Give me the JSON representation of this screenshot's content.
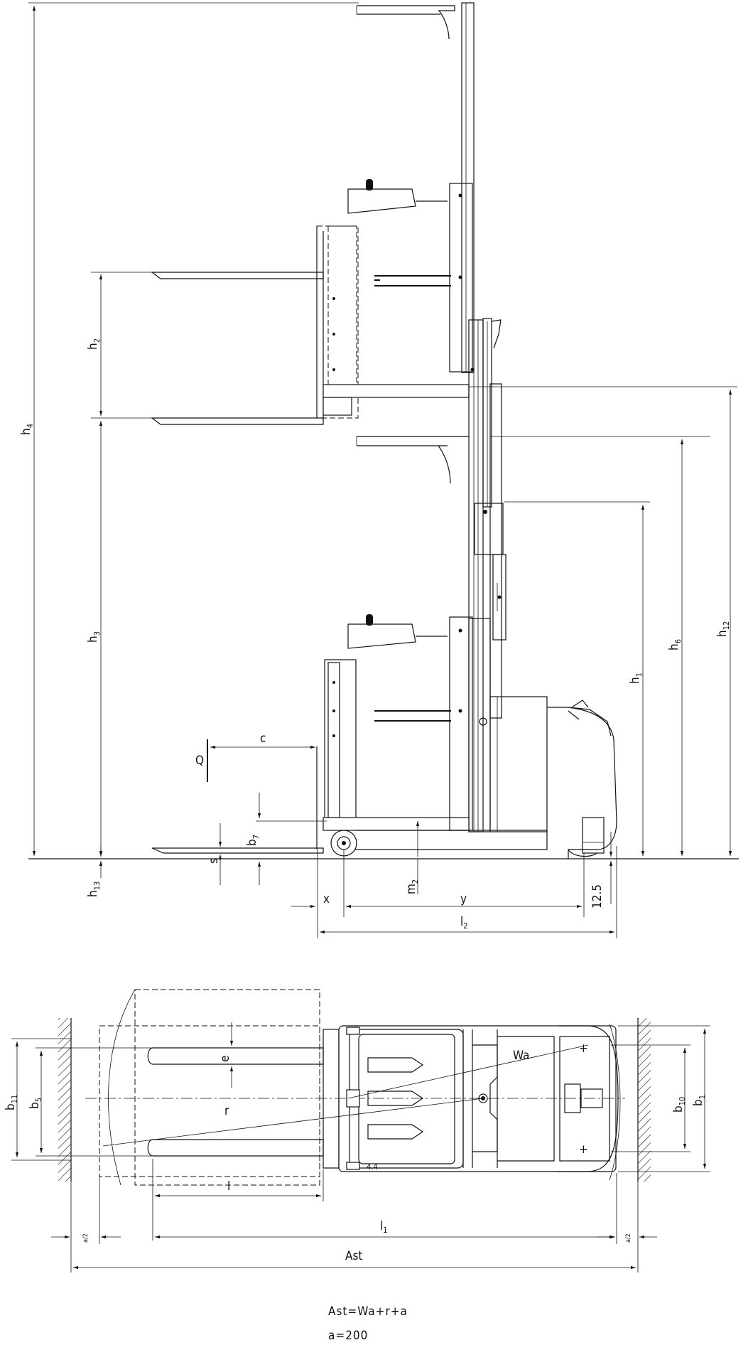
{
  "side_view": {
    "labels": {
      "h4": "h",
      "h4_sub": "4",
      "h2": "h",
      "h2_sub": "2",
      "h3": "h",
      "h3_sub": "3",
      "h13": "h",
      "h13_sub": "13",
      "h1": "h",
      "h1_sub": "1",
      "h6": "h",
      "h6_sub": "6",
      "h12": "h",
      "h12_sub": "12",
      "Q": "Q",
      "c": "c",
      "b7": "b",
      "b7_sub": "7",
      "s": "s",
      "m2": "m",
      "m2_sub": "2",
      "x": "x",
      "y": "y",
      "clearance": "12.5",
      "l2": "l",
      "l2_sub": "2"
    }
  },
  "top_view": {
    "labels": {
      "b11": "b",
      "b11_sub": "11",
      "b5": "b",
      "b5_sub": "5",
      "e": "e",
      "r": "r",
      "Wa": "Wa",
      "b10": "b",
      "b10_sub": "10",
      "b1": "b",
      "b1_sub": "1",
      "l": "l",
      "l1": "l",
      "l1_sub": "1",
      "Ast": "Ast",
      "a_half_left": "a/2",
      "a_half_right": "a/2"
    }
  },
  "formulas": {
    "ast_formula": "Ast=Wa+r+a",
    "a_value": "a=200"
  }
}
